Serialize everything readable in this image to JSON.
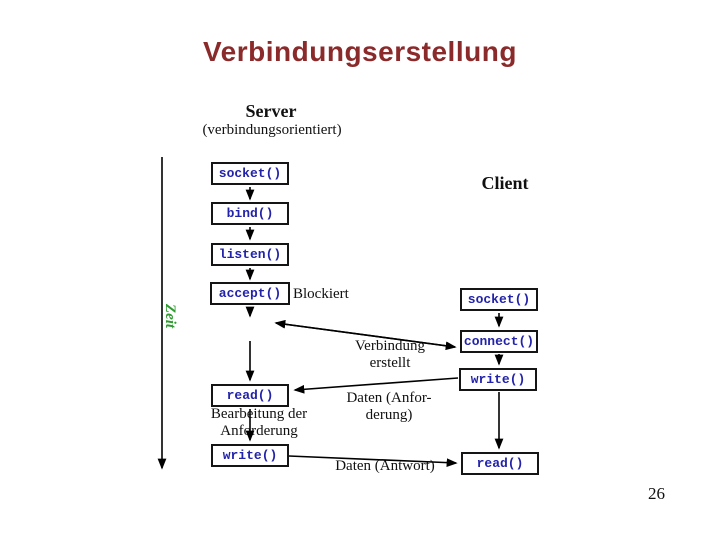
{
  "slide": {
    "title": "Verbindungserstellung",
    "page_number": "26"
  },
  "server": {
    "heading": "Server",
    "subheading": "(verbindungsorientiert)",
    "boxes": [
      "socket()",
      "bind()",
      "listen()",
      "accept()",
      "read()",
      "write()"
    ]
  },
  "client": {
    "heading": "Client",
    "boxes": [
      "socket()",
      "connect()",
      "write()",
      "read()"
    ]
  },
  "annotations": {
    "blocked": "Blockiert",
    "connection_established": [
      "Verbindung",
      "erstellt"
    ],
    "request_data": [
      "Daten (Anfor-",
      "derung)"
    ],
    "processing": [
      "Bearbeitung der",
      "Anforderung"
    ],
    "response_data": "Daten (Antwort)",
    "time_axis": "Zeit"
  },
  "colors": {
    "title_text": "#8b2a2a",
    "box_text": "#2222aa",
    "time_axis_text": "#2e9b2e",
    "arrow": "#000000",
    "background": "#ffffff"
  }
}
